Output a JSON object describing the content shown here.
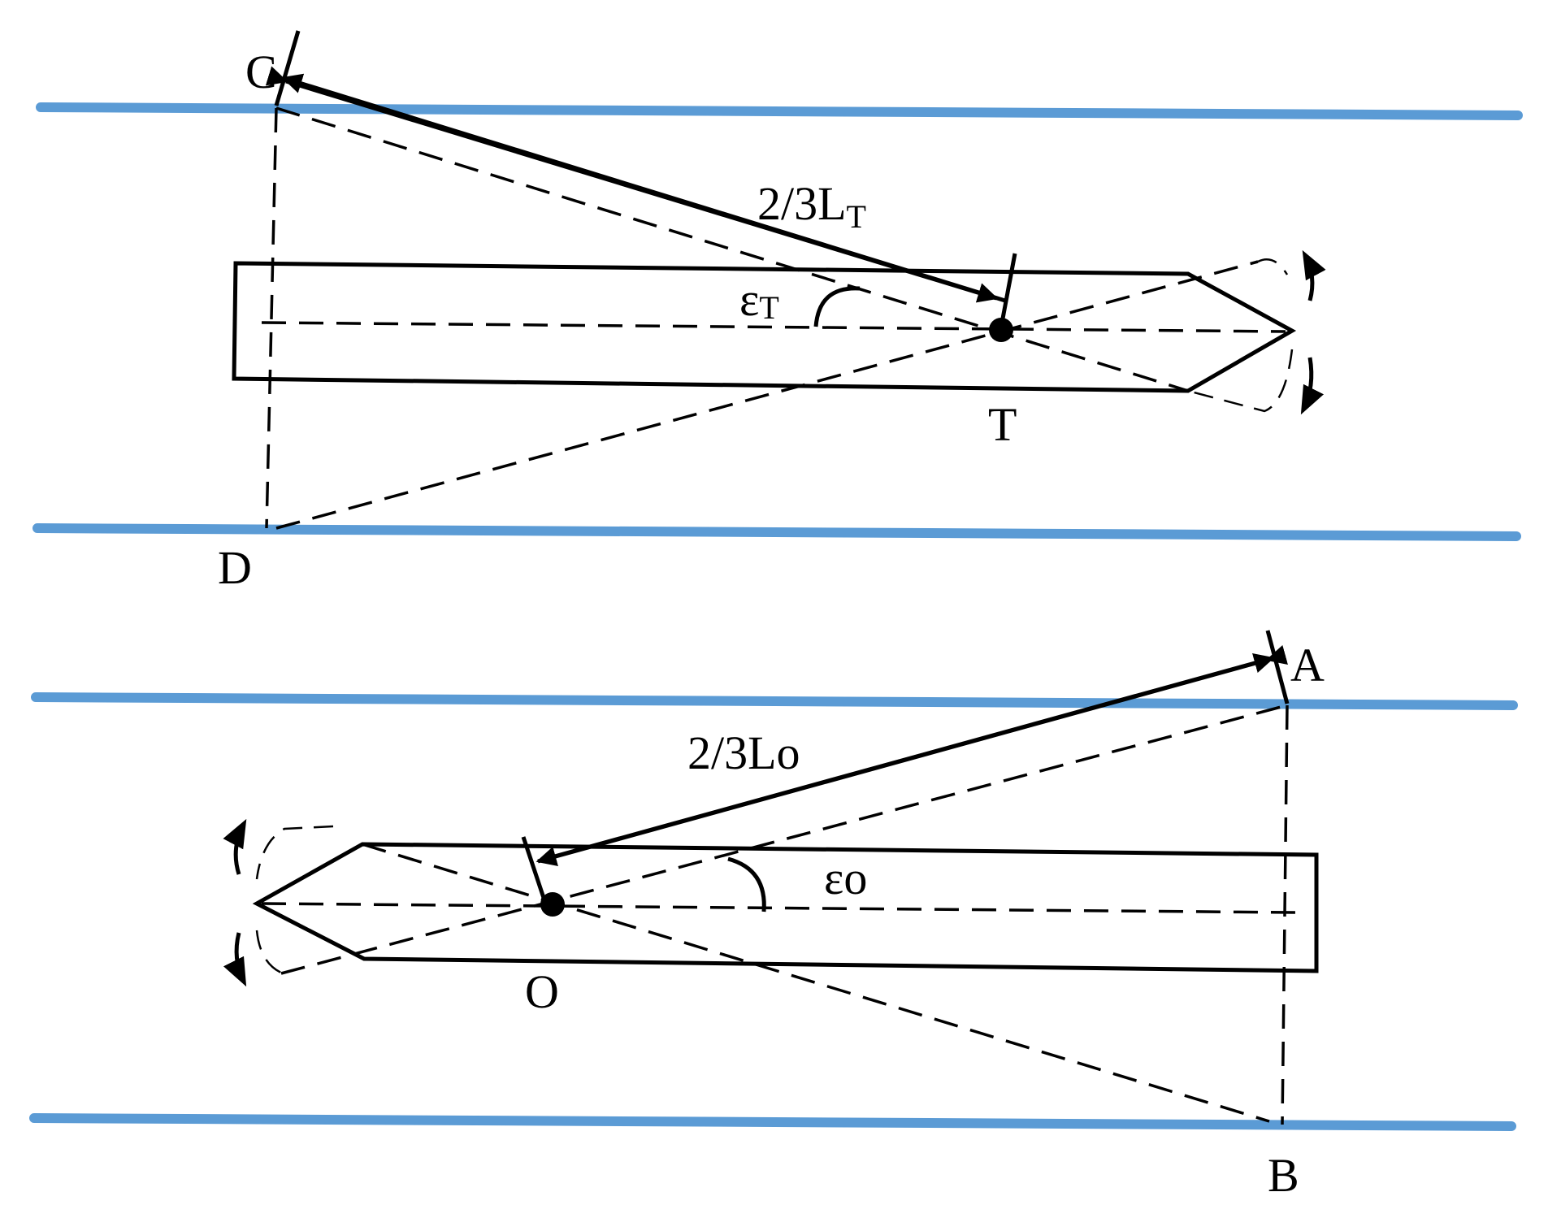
{
  "labels": {
    "C": "C",
    "D": "D",
    "T": "T",
    "A": "A",
    "B": "B",
    "O": "O",
    "dist_top_main": "2/3L",
    "dist_top_sub": "T",
    "angle_top_main": "ε",
    "angle_top_sub": "T",
    "dist_bottom": "2/3Lo",
    "angle_bottom_main": "ε",
    "angle_bottom_sub": "o"
  },
  "colors": {
    "lane_line": "#5b9bd5",
    "drawing": "#000000"
  }
}
